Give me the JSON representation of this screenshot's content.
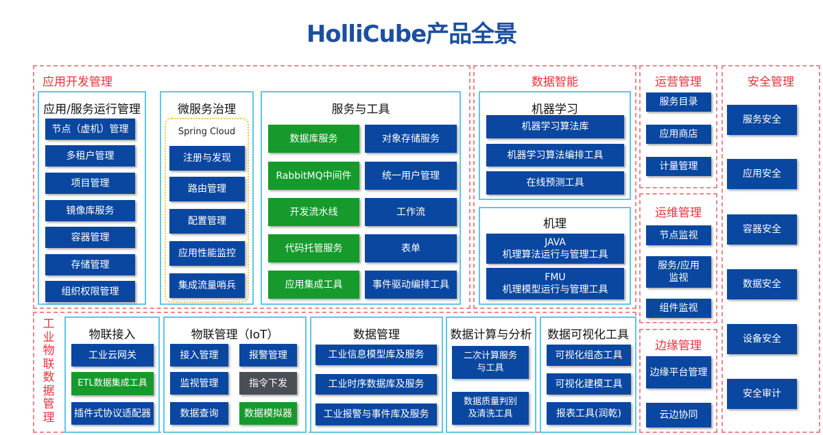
{
  "title": "HolliCube产品全景",
  "colors": {
    "blue": "#0a47a0",
    "green": "#169a2c",
    "gray": "#4a4f55",
    "red": "#e8323c"
  },
  "groups": {
    "app_dev": "应用开发管理",
    "data_intel": "数据智能",
    "ops": "运营管理",
    "maint": "运维管理",
    "edge": "边缘管理",
    "security": "安全管理",
    "iot_data": "工业物联数据管理"
  },
  "panels": [
    {
      "title": "应用/服务运行管理",
      "items": [
        {
          "label": "节点（虚机）管理",
          "color": "blue"
        },
        {
          "label": "多租户管理",
          "color": "blue"
        },
        {
          "label": "项目管理",
          "color": "blue"
        },
        {
          "label": "镜像库服务",
          "color": "blue"
        },
        {
          "label": "容器管理",
          "color": "blue"
        },
        {
          "label": "存储管理",
          "color": "blue"
        },
        {
          "label": "组织权限管理",
          "color": "blue"
        }
      ]
    },
    {
      "title": "微服务治理",
      "subtitle": "Spring Cloud",
      "items": [
        {
          "label": "注册与发现",
          "color": "blue"
        },
        {
          "label": "路由管理",
          "color": "blue"
        },
        {
          "label": "配置管理",
          "color": "blue"
        },
        {
          "label": "应用性能监控",
          "color": "blue"
        },
        {
          "label": "集成流量哨兵",
          "color": "blue"
        }
      ]
    },
    {
      "title": "服务与工具",
      "items": [
        {
          "label": "数据库服务",
          "color": "green"
        },
        {
          "label": "对象存储服务",
          "color": "blue"
        },
        {
          "label": "RabbitMQ中间件",
          "color": "green"
        },
        {
          "label": "统一用户管理",
          "color": "blue"
        },
        {
          "label": "开发流水线",
          "color": "green"
        },
        {
          "label": "工作流",
          "color": "blue"
        },
        {
          "label": "代码托管服务",
          "color": "green"
        },
        {
          "label": "表单",
          "color": "blue"
        },
        {
          "label": "应用集成工具",
          "color": "green"
        },
        {
          "label": "事件驱动编排工具",
          "color": "blue"
        }
      ]
    },
    {
      "title": "机器学习",
      "items": [
        {
          "label": "机器学习算法库",
          "color": "blue"
        },
        {
          "label": "机器学习算法编排工具",
          "color": "blue"
        },
        {
          "label": "在线预测工具",
          "color": "blue"
        }
      ]
    },
    {
      "title": "机理",
      "items": [
        {
          "label": "JAVA\n机理算法运行与管理工具",
          "color": "blue"
        },
        {
          "label": "FMU\n机理模型运行与管理工具",
          "color": "blue"
        }
      ]
    },
    {
      "title": "",
      "items": [
        {
          "label": "服务目录",
          "color": "blue"
        },
        {
          "label": "应用商店",
          "color": "blue"
        },
        {
          "label": "计量管理",
          "color": "blue"
        }
      ]
    },
    {
      "title": "",
      "items": [
        {
          "label": "节点监视",
          "color": "blue"
        },
        {
          "label": "服务/应用\n监视",
          "color": "blue"
        },
        {
          "label": "组件监视",
          "color": "blue"
        }
      ]
    },
    {
      "title": "",
      "items": [
        {
          "label": "边缘平台管理",
          "color": "blue"
        },
        {
          "label": "云边协同",
          "color": "blue"
        }
      ]
    },
    {
      "title": "",
      "items": [
        {
          "label": "服务安全",
          "color": "blue"
        },
        {
          "label": "应用安全",
          "color": "blue"
        },
        {
          "label": "容器安全",
          "color": "blue"
        },
        {
          "label": "数据安全",
          "color": "blue"
        },
        {
          "label": "设备安全",
          "color": "blue"
        },
        {
          "label": "安全审计",
          "color": "blue"
        }
      ]
    },
    {
      "title": "物联接入",
      "items": [
        {
          "label": "工业云网关",
          "color": "blue"
        },
        {
          "label": "ETL数据集成工具",
          "color": "green"
        },
        {
          "label": "插件式协议适配器",
          "color": "blue"
        }
      ]
    },
    {
      "title": "物联管理（IoT）",
      "items": [
        {
          "label": "接入管理",
          "color": "blue"
        },
        {
          "label": "报警管理",
          "color": "blue"
        },
        {
          "label": "监视管理",
          "color": "blue"
        },
        {
          "label": "指令下发",
          "color": "gray"
        },
        {
          "label": "数据查询",
          "color": "blue"
        },
        {
          "label": "数据模拟器",
          "color": "green"
        }
      ]
    },
    {
      "title": "数据管理",
      "items": [
        {
          "label": "工业信息模型库及服务",
          "color": "blue"
        },
        {
          "label": "工业时序数据库及服务",
          "color": "blue"
        },
        {
          "label": "工业报警与事件库及服务",
          "color": "blue"
        }
      ]
    },
    {
      "title": "数据计算与分析",
      "items": [
        {
          "label": "二次计算服务\n与工具",
          "color": "blue"
        },
        {
          "label": "数据质量判别\n及清洗工具",
          "color": "blue"
        }
      ]
    },
    {
      "title": "数据可视化工具",
      "items": [
        {
          "label": "可视化组态工具",
          "color": "blue"
        },
        {
          "label": "可视化建模工具",
          "color": "blue"
        },
        {
          "label": "报表工具(润乾)",
          "color": "blue"
        }
      ]
    }
  ]
}
